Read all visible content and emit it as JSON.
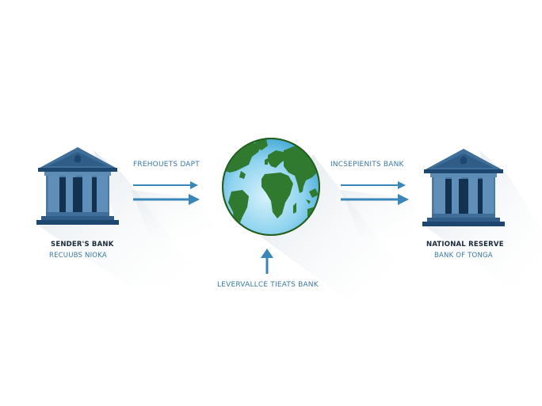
{
  "colors": {
    "background": "#ffffff",
    "bank_dark": "#1e4770",
    "bank_mid": "#3e6e99",
    "bank_light": "#5c8bb4",
    "bank_column_gap": "#12324f",
    "arrow": "#3a86b8",
    "label_blue": "#3b78a3",
    "label_dark": "#1b2a3a",
    "globe_ocean_light": "#c8ecf8",
    "globe_ocean_dark": "#4fb4de",
    "globe_land": "#2f7a2e",
    "shadow": "#dfe6ec"
  },
  "sender": {
    "icon": "bank-building-icon",
    "name": "SENDER'S BANK",
    "subtitle": "RECUUBS NIOKA"
  },
  "recipient": {
    "icon": "bank-building-icon",
    "name": "NATIONAL RESERVE",
    "subtitle": "BANK OF TONGA"
  },
  "center": {
    "icon": "globe-icon"
  },
  "flows": {
    "left_label": "FREHOUETS DAPT",
    "right_label": "INCSEPIENITS BANK",
    "bottom_label": "LEVERVALLCE TIEATS BANK"
  }
}
